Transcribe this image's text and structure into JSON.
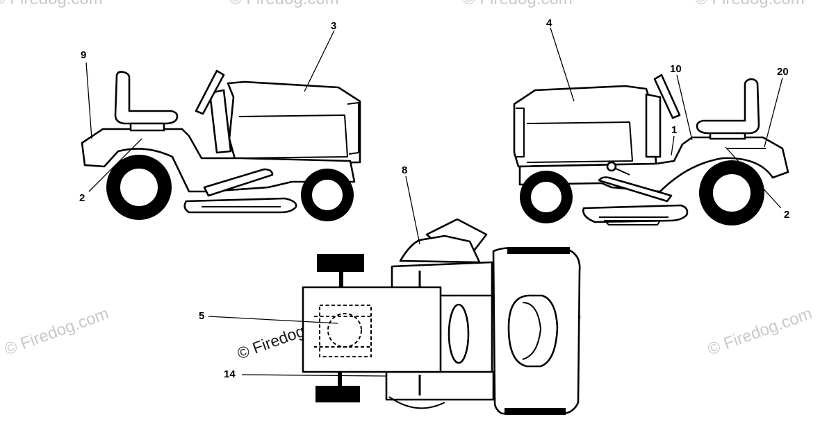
{
  "callouts": {
    "c1": "1",
    "c2_left": "2",
    "c2_right": "2",
    "c3": "3",
    "c4": "4",
    "c5": "5",
    "c8": "8",
    "c9": "9",
    "c10": "10",
    "c14": "14",
    "c20": "20"
  },
  "watermark": {
    "text": "© Firedog.com"
  }
}
